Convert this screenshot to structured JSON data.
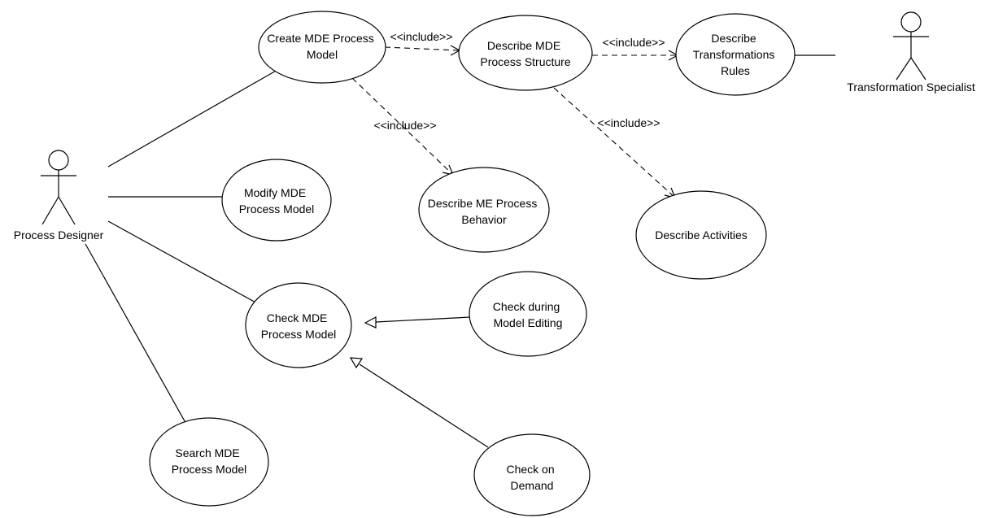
{
  "actors": {
    "process_designer": "Process Designer",
    "transformation_specialist": "Transformation Specialist"
  },
  "use_cases": {
    "create_model": [
      "Create  MDE Process",
      "Model"
    ],
    "describe_structure": [
      "Describe  MDE",
      "Process Structure"
    ],
    "describe_transformations": [
      "Describe",
      "Transformations",
      "Rules"
    ],
    "modify_model": [
      "Modify MDE",
      "Process Model"
    ],
    "describe_behavior": [
      "Describe ME Process",
      "Behavior"
    ],
    "describe_activities": [
      "Describe Activities"
    ],
    "check_model": [
      "Check MDE",
      "Process Model"
    ],
    "check_during_editing": [
      "Check during",
      "Model  Editing"
    ],
    "search_model": [
      "Search MDE",
      "Process Model"
    ],
    "check_on_demand": [
      "Check on",
      "Demand"
    ]
  },
  "stereotypes": {
    "include_1": "<<include>>",
    "include_2": "<<include>>",
    "include_3": "<<include>>",
    "include_4": "<<include>>"
  }
}
